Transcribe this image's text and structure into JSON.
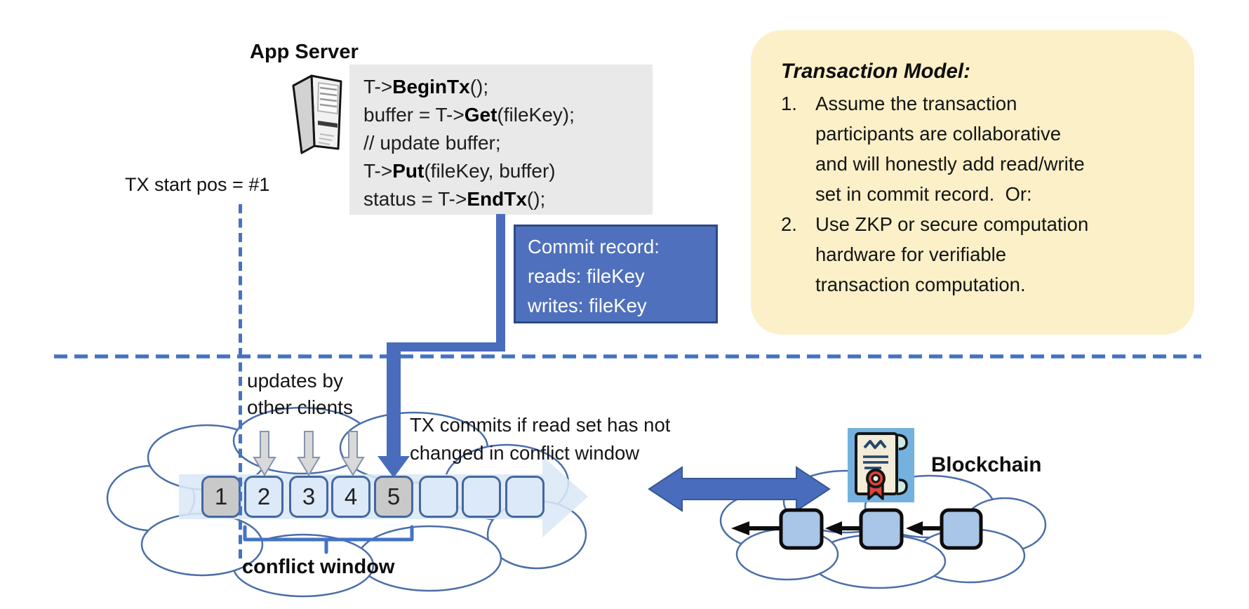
{
  "app_server": {
    "label": "App Server",
    "icon": "server-tower-icon"
  },
  "code_block": {
    "lines": [
      {
        "parts": [
          {
            "t": "T->"
          },
          {
            "t": "BeginTx",
            "b": true
          },
          {
            "t": "();"
          }
        ]
      },
      {
        "parts": [
          {
            "t": "buffer = T->"
          },
          {
            "t": "Get",
            "b": true
          },
          {
            "t": "(fileKey);"
          }
        ]
      },
      {
        "parts": [
          {
            "t": "// update buffer;"
          }
        ]
      },
      {
        "parts": [
          {
            "t": "T->"
          },
          {
            "t": "Put",
            "b": true
          },
          {
            "t": "(fileKey, buffer)"
          }
        ]
      },
      {
        "parts": [
          {
            "t": "status = T->"
          },
          {
            "t": "EndTx",
            "b": true
          },
          {
            "t": "();"
          }
        ]
      }
    ]
  },
  "tx_start": {
    "label": "TX start pos = #1"
  },
  "commit_record": {
    "lines": [
      "Commit record:",
      "reads: fileKey",
      "writes: fileKey"
    ]
  },
  "transaction_model": {
    "title": "Transaction Model:",
    "items": [
      {
        "num": "1.",
        "lines": [
          "Assume the transaction",
          "participants are collaborative",
          "and will honestly add read/write",
          "set in commit record.  Or:"
        ]
      },
      {
        "num": "2.",
        "lines": [
          "Use ZKP or secure computation",
          "hardware for verifiable",
          "transaction computation."
        ]
      }
    ]
  },
  "timeline": {
    "updates_label": {
      "lines": [
        "updates by",
        "other clients"
      ]
    },
    "commits_label": {
      "lines": [
        "TX commits if read set has not",
        "changed in conflict window"
      ]
    },
    "conflict_window_label": "conflict window",
    "slots": [
      {
        "label": "1",
        "highlighted": true
      },
      {
        "label": "2",
        "highlighted": false
      },
      {
        "label": "3",
        "highlighted": false
      },
      {
        "label": "4",
        "highlighted": false
      },
      {
        "label": "5",
        "highlighted": true
      },
      {
        "label": "",
        "highlighted": false
      },
      {
        "label": "",
        "highlighted": false
      },
      {
        "label": "",
        "highlighted": false
      }
    ]
  },
  "blockchain": {
    "label": "Blockchain",
    "icon": "certificate-scroll-icon",
    "block_count": 3
  },
  "colors": {
    "accent_blue": "#4a6cbd",
    "dashed_blue": "#4472c4",
    "commit_box_fill": "#4f70bc",
    "commit_box_border": "#2b4a84",
    "note_fill": "#fbf0c8",
    "code_fill": "#e9e9e9",
    "slot_fill": "#dce9f8",
    "slot_highlight_fill": "#c9c9c9",
    "slot_border": "#44679e",
    "cloud_stroke": "#4b6ea9",
    "band_fill": "#dbe8f6",
    "block_fill": "#a9c5e8",
    "gray_arrow_fill": "#d9d9d9",
    "cert_bg": "#74b1de",
    "cert_paper": "#f3ecd9",
    "cert_red": "#d9453c",
    "cert_navy": "#24466b"
  }
}
